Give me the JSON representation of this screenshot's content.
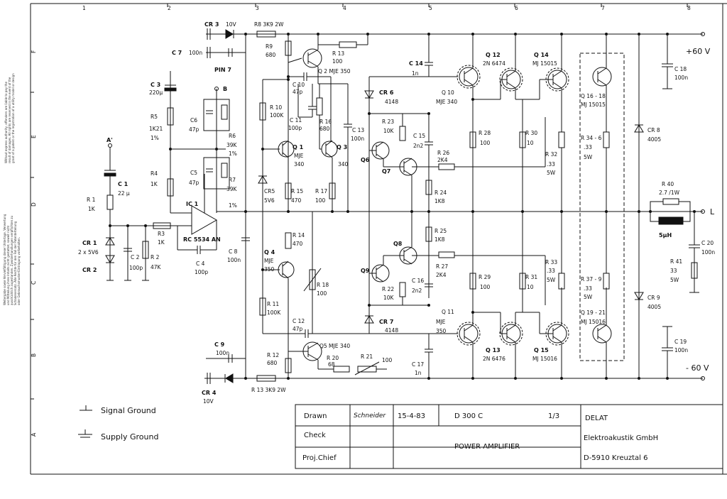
{
  "column_numbers": [
    "1",
    "2",
    "3",
    "4",
    "5",
    "6",
    "7",
    "8"
  ],
  "row_letters": [
    "F",
    "E",
    "D",
    "C",
    "B",
    "A"
  ],
  "side_notes": [
    "Without express authority, offenders are liable to pay the",
    "result of damages. All rights are reserved in the event of the",
    "grant of a patent or the registration of a utility model or design",
    "Weitergabe sowie Vervielfältigung dieser Unterlage, Verwertung",
    "und Mitteilung ihres Inhalts nicht gestattet, soweit nicht",
    "ausdrücklich zugestanden. Zuwiderhandlungen verpflichten zu",
    "Schadenersatz. Alle Rechte für den Fall der Patenterteilung",
    "oder Gebrauchsmuster-Eintragung vorbehalten."
  ],
  "labels": {
    "cr3": "CR 3",
    "cr3v": "10V",
    "r8": "R8  3K9  2W",
    "c7": "C 7",
    "c7v": "100n",
    "r9": "R9",
    "r9v": "680",
    "r13": "R 13",
    "r13v": "100",
    "q2": "Q 2   MJE 350",
    "pin7": "PIN 7",
    "c3": "C 3",
    "c3v": "220µ",
    "b": "B",
    "r5": "R5",
    "r5v": "1K21",
    "r5t": "1%",
    "c6": "C6",
    "c6v": "47p",
    "r6": "R6",
    "r6v": "39K",
    "r6t": "1%",
    "c10": "C 10",
    "c10v": "47p",
    "r10": "R 10",
    "r10v": "100K",
    "c11": "C 11",
    "c11v": "100p",
    "r16": "R 16",
    "r16v": "680",
    "c13": "C 13",
    "c13v": "100n",
    "q1": "Q 1",
    "q1t": "MJE",
    "q1v": "340",
    "q3": "Q 3",
    "q3v": "340",
    "c5": "C5",
    "c5v": "47p",
    "r7": "R7",
    "r7v": "39K",
    "r7t": "1%",
    "r4": "R4",
    "r4v": "1K",
    "a": "A'",
    "c1": "C 1",
    "c1v": "22 µ",
    "r1": "R 1",
    "r1v": "1K",
    "ic1": "IC 1",
    "cr5": "CR5",
    "cr5v": "5V6",
    "r15": "R 15",
    "r15v": "470",
    "r17": "R 17",
    "r17v": "100",
    "ic1v": "RC 5534 AN",
    "cr1": "CR 1",
    "cr1v": "2 x 5V6",
    "cr2": "CR 2",
    "r3": "R3",
    "r3v": "1K",
    "c2": "C 2",
    "c2v": "100p",
    "r2": "R 2",
    "r2v": "47K",
    "c4": "C 4",
    "c4v": "100p",
    "c8": "C 8",
    "c8v": "100n",
    "r14": "R 14",
    "r14v": "470",
    "q4": "Q 4",
    "q4t": "MJE",
    "q4v": "350",
    "r18": "R 18",
    "r18v": "100",
    "r11": "R 11",
    "r11v": "100K",
    "c12": "C 12",
    "c12v": "47p",
    "q5": "Q5  MJE 340",
    "c9": "C 9",
    "c9v": "100n",
    "r12": "R 12",
    "r12v": "680",
    "r20": "R 20",
    "r20v": "68",
    "r21": "R 21",
    "r21v": "100",
    "cr4": "CR 4",
    "cr4v": "10V",
    "r13b": "R 13   3K9   2W",
    "c14": "C 14",
    "c14v": "1n",
    "cr6": "CR 6",
    "cr6v": "4148",
    "q10": "Q 10",
    "q10v": "MJE 340",
    "r23": "R 23",
    "r23v": "10K",
    "c15": "C 15",
    "c15v": "2n2",
    "q6": "Q6",
    "q7": "Q7",
    "r26": "R 26",
    "r26v": "2K4",
    "r24": "R 24",
    "r24v": "1K8",
    "r28": "R 28",
    "r28v": "100",
    "r30": "R 30",
    "r30v": "10",
    "q12": "Q 12",
    "q12v": "2N 6474",
    "q14": "Q 14",
    "q14v": "MJ 15015",
    "r32": "R 32",
    "r32v": ".33",
    "r32w": "5W",
    "q16": "Q 16 - 18",
    "q16v": "MJ 15015",
    "r346": "R 34 - 6",
    "r346v": ".33",
    "r346w": "5W",
    "c18": "C 18",
    "c18v": "100n",
    "p60": "+60 V",
    "cr8": "CR 8",
    "cr8v": "4005",
    "r40": "R 40",
    "r40v": "2.7  /1W",
    "l": "L",
    "lind": "5µH",
    "c20": "C 20",
    "c20v": "100n",
    "r41": "R 41",
    "r41v": "33",
    "r41w": "5W",
    "cr9": "CR 9",
    "cr9v": "4005",
    "r25": "R 25",
    "r25v": "1K8",
    "q8": "Q8",
    "q9": "Q9",
    "r27": "R 27",
    "r27v": "2K4",
    "c16": "C 16",
    "c16v": "2n2",
    "r22": "R 22",
    "r22v": "10K",
    "cr7": "CR 7",
    "cr7v": "4148",
    "r29": "R 29",
    "r29v": "100",
    "r31": "R 31",
    "r31v": "10",
    "r33": "R 33",
    "r33v": ".33",
    "r33w": "5W",
    "r379": "R 37 - 9",
    "r379v": ".33",
    "r379w": "5W",
    "q19": "Q 19 - 21",
    "q19v": "MJ 15016",
    "q11": "Q 11",
    "q11t": "MJE",
    "q11v": "350",
    "q13": "Q 13",
    "q13v": "2N 6476",
    "q15": "Q 15",
    "q15v": "MJ 15016",
    "c17": "C 17",
    "c17v": "1n",
    "c19": "C 19",
    "c19v": "100n",
    "m60": "- 60 V"
  },
  "legend": {
    "signal_ground": "Signal Ground",
    "supply_ground": "Supply Ground"
  },
  "title_block": {
    "drawn_label": "Drawn",
    "drawn_sig": "Schneider",
    "drawn_date": "15-4-83",
    "doc_no": "D 300 C",
    "sheet": "1/3",
    "check_label": "Check",
    "projchief_label": "Proj.Chief",
    "title": "POWER  AMPLIFIER",
    "company1": "DELAT",
    "company2": "Elektroakustik  GmbH",
    "company3": "D-5910  Kreuztal 6"
  },
  "colors": {
    "ink": "#111111",
    "paper": "#ffffff"
  }
}
